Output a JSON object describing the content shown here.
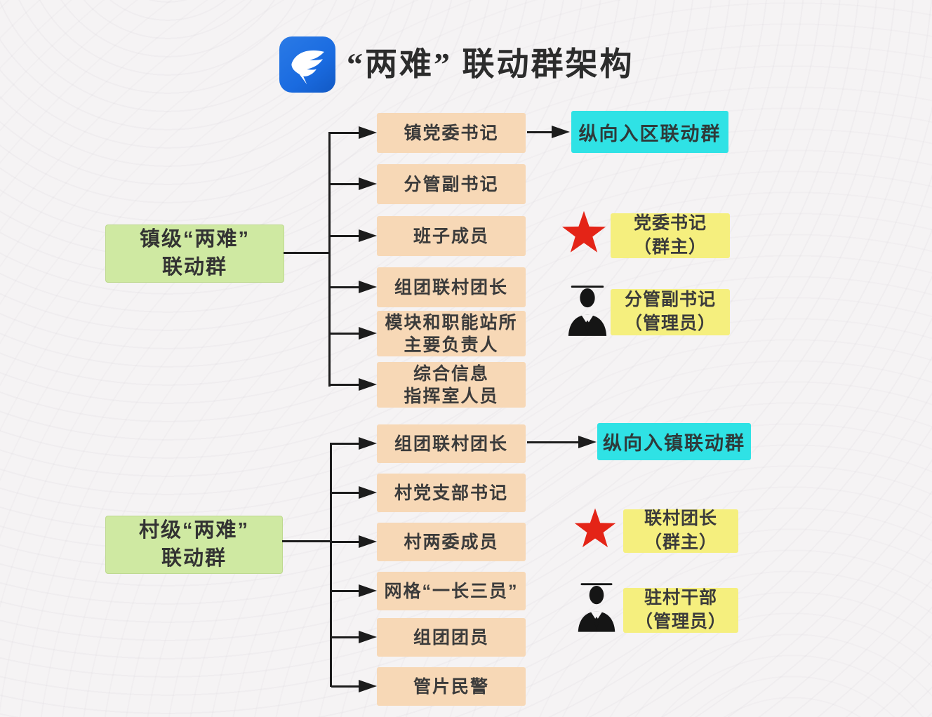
{
  "title": "“两难” 联动群架构",
  "logo_name": "dingtalk",
  "colors": {
    "background": "#f5f3f4",
    "member_fill": "#f7d8b6",
    "group_fill": "#cfe9a2",
    "external_fill": "#2fe2e5",
    "role_fill": "#f5ef7e",
    "star_red": "#e42417",
    "line_black": "#1c1c1c",
    "logo_blue": "#1a6be0"
  },
  "sections": {
    "town": {
      "group_label": "镇级“两难”\n联动群",
      "members": [
        "镇党委书记",
        "分管副书记",
        "班子成员",
        "组团联村团长",
        "模块和职能站所\n主要负责人",
        "综合信息\n指挥室人员"
      ],
      "external": "纵向入区联动群",
      "roles": [
        {
          "icon": "star",
          "label": "党委书记\n（群主）"
        },
        {
          "icon": "person",
          "label": "分管副书记\n（管理员）"
        }
      ]
    },
    "village": {
      "group_label": "村级“两难”\n联动群",
      "members": [
        "组团联村团长",
        "村党支部书记",
        "村两委成员",
        "网格“一长三员”",
        "组团团员",
        "管片民警"
      ],
      "external": "纵向入镇联动群",
      "roles": [
        {
          "icon": "star",
          "label": "联村团长\n（群主）"
        },
        {
          "icon": "person",
          "label": "驻村干部\n（管理员）"
        }
      ]
    }
  }
}
